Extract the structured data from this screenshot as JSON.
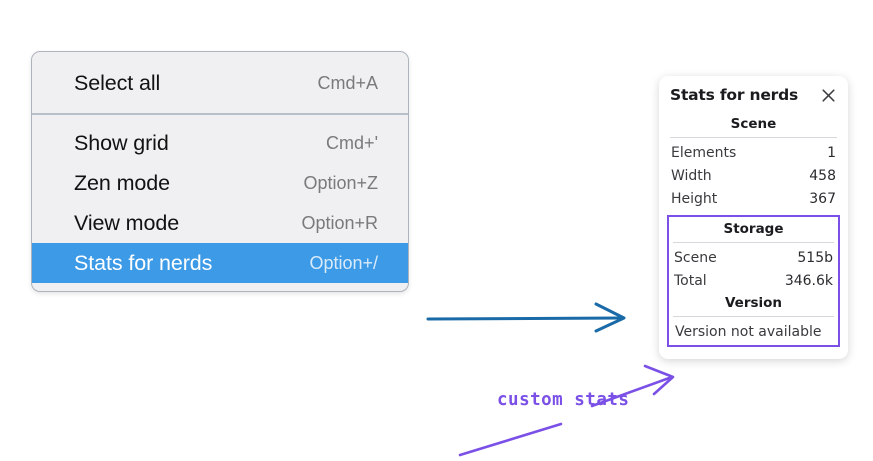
{
  "context_menu": {
    "groups": [
      {
        "items": [
          {
            "label": "Select all",
            "shortcut": "Cmd+A",
            "selected": false
          }
        ]
      },
      {
        "items": [
          {
            "label": "Show grid",
            "shortcut": "Cmd+'",
            "selected": false
          },
          {
            "label": "Zen mode",
            "shortcut": "Option+Z",
            "selected": false
          },
          {
            "label": "View mode",
            "shortcut": "Option+R",
            "selected": false
          },
          {
            "label": "Stats for nerds",
            "shortcut": "Option+/",
            "selected": true
          }
        ]
      }
    ],
    "highlight_color": "#3c9ae6"
  },
  "stats_panel": {
    "title": "Stats for nerds",
    "close_icon": "close-icon",
    "sections": [
      {
        "header": "Scene",
        "rows": [
          {
            "label": "Elements",
            "value": "1"
          },
          {
            "label": "Width",
            "value": "458"
          },
          {
            "label": "Height",
            "value": "367"
          }
        ]
      },
      {
        "header": "Storage",
        "rows": [
          {
            "label": "Scene",
            "value": "515b"
          },
          {
            "label": "Total",
            "value": "346.6k"
          }
        ]
      },
      {
        "header": "Version",
        "text": "Version not available"
      }
    ],
    "highlight_border_color": "#7a50e6"
  },
  "annotations": {
    "blue_arrow_color": "#1a6aa8",
    "purple_color": "#7a50e6",
    "custom_stats_label": "custom stats"
  }
}
